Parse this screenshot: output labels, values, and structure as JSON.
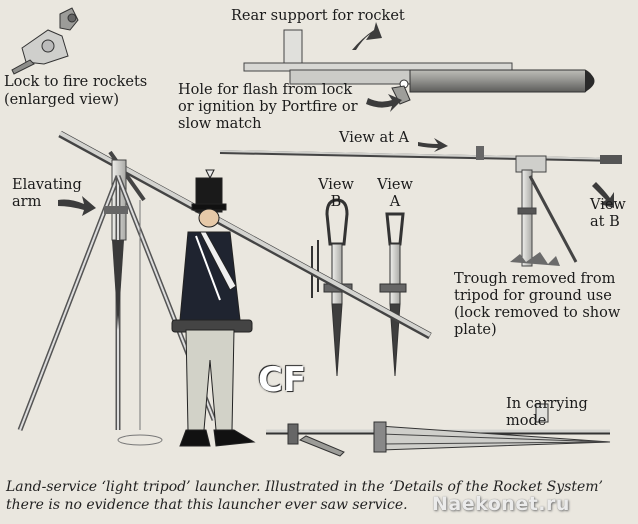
{
  "labels": {
    "rear_support": "Rear support for rocket",
    "lock_line1": "Lock to fire rockets",
    "lock_line2": "(enlarged view)",
    "hole_line1": "Hole for flash from lock",
    "hole_line2": "or ignition by Portfire or",
    "hole_line3": "slow match",
    "view_at_a": "View at A",
    "elevating_line1": "Elavating",
    "elevating_line2": "arm",
    "view_b_word": "View",
    "view_b_letter": "B",
    "view_a_word": "View",
    "view_a_letter": "A",
    "view_at_b_line1": "View",
    "view_at_b_line2": "at B",
    "trough_line1": "Trough removed from",
    "trough_line2": "tripod for ground use",
    "trough_line3": "(lock removed to show",
    "trough_line4": "plate)",
    "carrying_line1": "In carrying",
    "carrying_line2": "mode"
  },
  "caption": {
    "line1": "Land-service ‘light tripod’ launcher. Illustrated in the ‘Details of the Rocket System’",
    "line2": "there is no evidence that this launcher ever saw service."
  },
  "logo": "CF",
  "watermark": "Naekonet.ru",
  "colors": {
    "background": "#eae7df",
    "metal": "#d7d6d2",
    "dark_metal": "#555555",
    "coat": "#1f2430",
    "trousers": "#d2d2c8"
  }
}
